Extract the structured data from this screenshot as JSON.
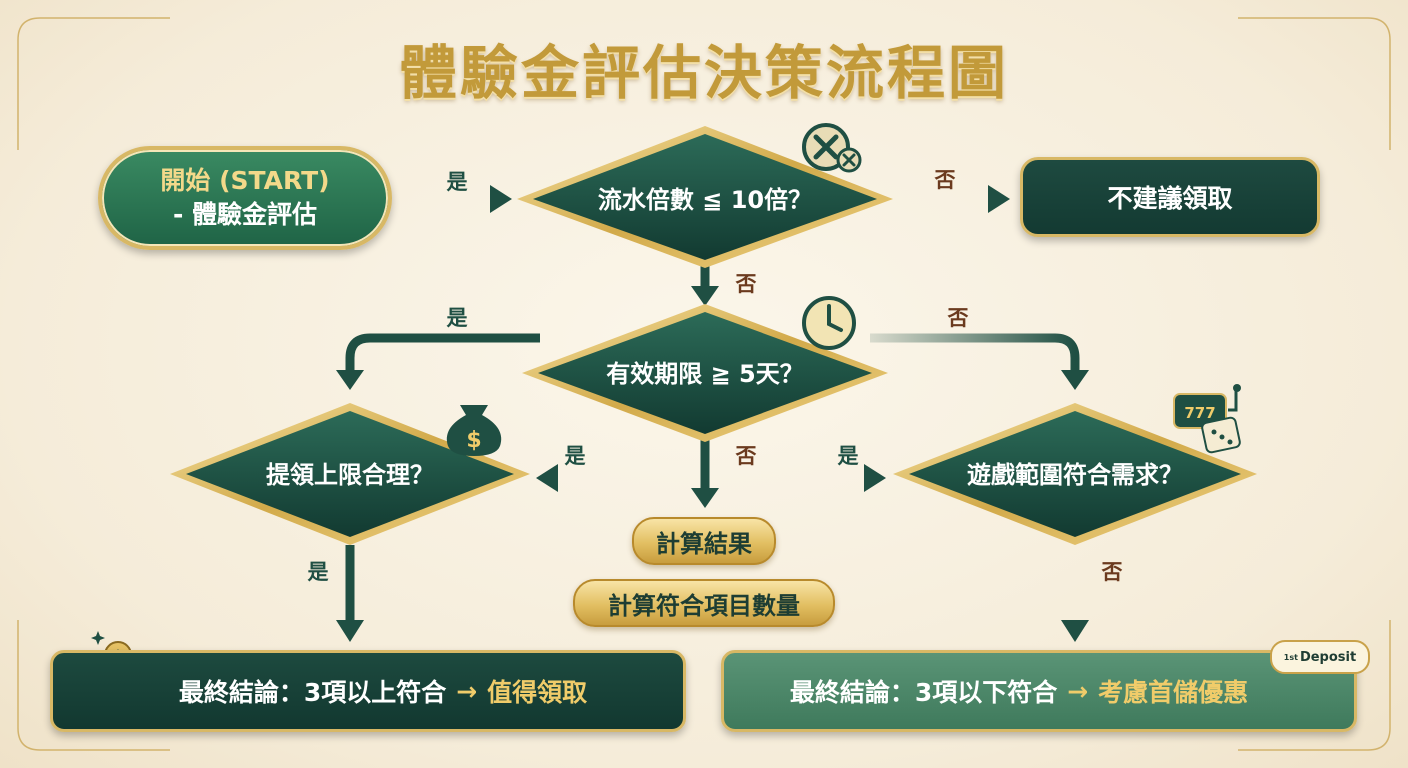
{
  "title": "體驗金評估決策流程圖",
  "start": {
    "line1": "開始 (START)",
    "line2": "- 體驗金評估"
  },
  "decisions": {
    "d1": "流水倍數 ≦ 10倍？",
    "d2": "有效期限 ≧ 5天？",
    "d3": "提領上限合理？",
    "d4": "遊戲範圍符合需求？"
  },
  "reject": "不建議領取",
  "calc_result": "計算結果",
  "calc_count": "計算符合項目數量",
  "edge_labels": {
    "yes": "是",
    "no": "否"
  },
  "final_left": {
    "text": "最終結論：3項以上符合",
    "arrow": "→",
    "highlight": "值得領取"
  },
  "final_right": {
    "text": "最終結論：3項以下符合",
    "arrow": "→",
    "highlight": "考慮首儲優惠"
  },
  "deposit_badge": {
    "sup": "1st",
    "text": "Deposit"
  },
  "icons": {
    "d1": "cross-coin-icon",
    "d2": "clock-icon",
    "d3": "money-bag-icon",
    "d4": "slot-machine-dice-icon",
    "final_left_left": "coin-hand-icon",
    "final_left_right": "check-hand-icon",
    "final_right": "gift-box-icon"
  },
  "colors": {
    "gold": "#d8b865",
    "dark_green": "#1d4a3f",
    "arrow_green": "#1f4f43",
    "title_gold": "#c29a3a",
    "label_brown": "#6b3a1e"
  }
}
